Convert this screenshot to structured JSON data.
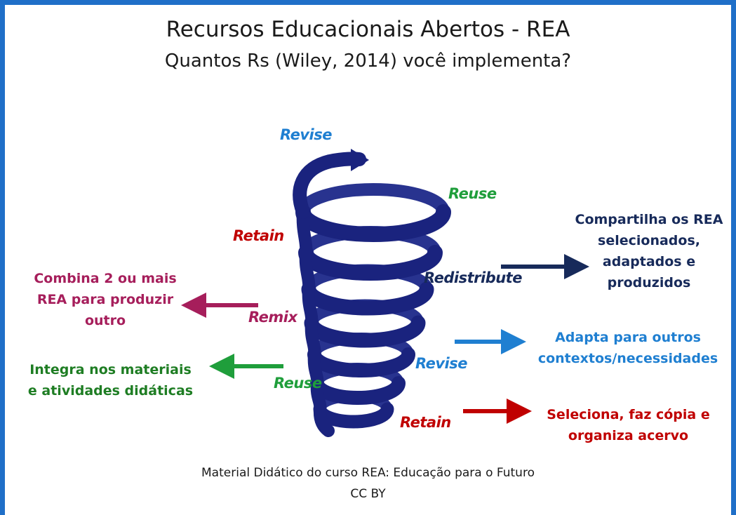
{
  "title": "Recursos Educacionais Abertos - REA",
  "subtitle": "Quantos Rs (Wiley, 2014) você implementa?",
  "spiral_labels": {
    "revise_top": "Revise",
    "reuse_top": "Reuse",
    "retain_top": "Retain",
    "redistribute": "Redistribute",
    "remix": "Remix",
    "revise": "Revise",
    "reuse": "Reuse",
    "retain": "Retain"
  },
  "descriptions": {
    "redistribute": [
      "Compartilha os REA",
      "selecionados,",
      "adaptados e",
      "produzidos"
    ],
    "remix": [
      "Combina 2 ou mais",
      "REA para produzir",
      "outro"
    ],
    "revise": [
      "Adapta para outros",
      "contextos/necessidades"
    ],
    "reuse": [
      "Integra nos materiais",
      "e atividades didáticas"
    ],
    "retain": [
      "Seleciona, faz cópia e",
      "organiza acervo"
    ]
  },
  "footer": {
    "line1": "Material Didático do curso REA: Educação para o Futuro",
    "line2": "CC BY"
  },
  "colors": {
    "frame": "#1f6fc8",
    "spiral": "#1a237e",
    "revise": "#1f7fd1",
    "reuse": "#1f9e3b",
    "retain": "#c00000",
    "redistribute": "#172a5a",
    "remix": "#a61e5b",
    "reuse_desc": "#1e7d23"
  }
}
